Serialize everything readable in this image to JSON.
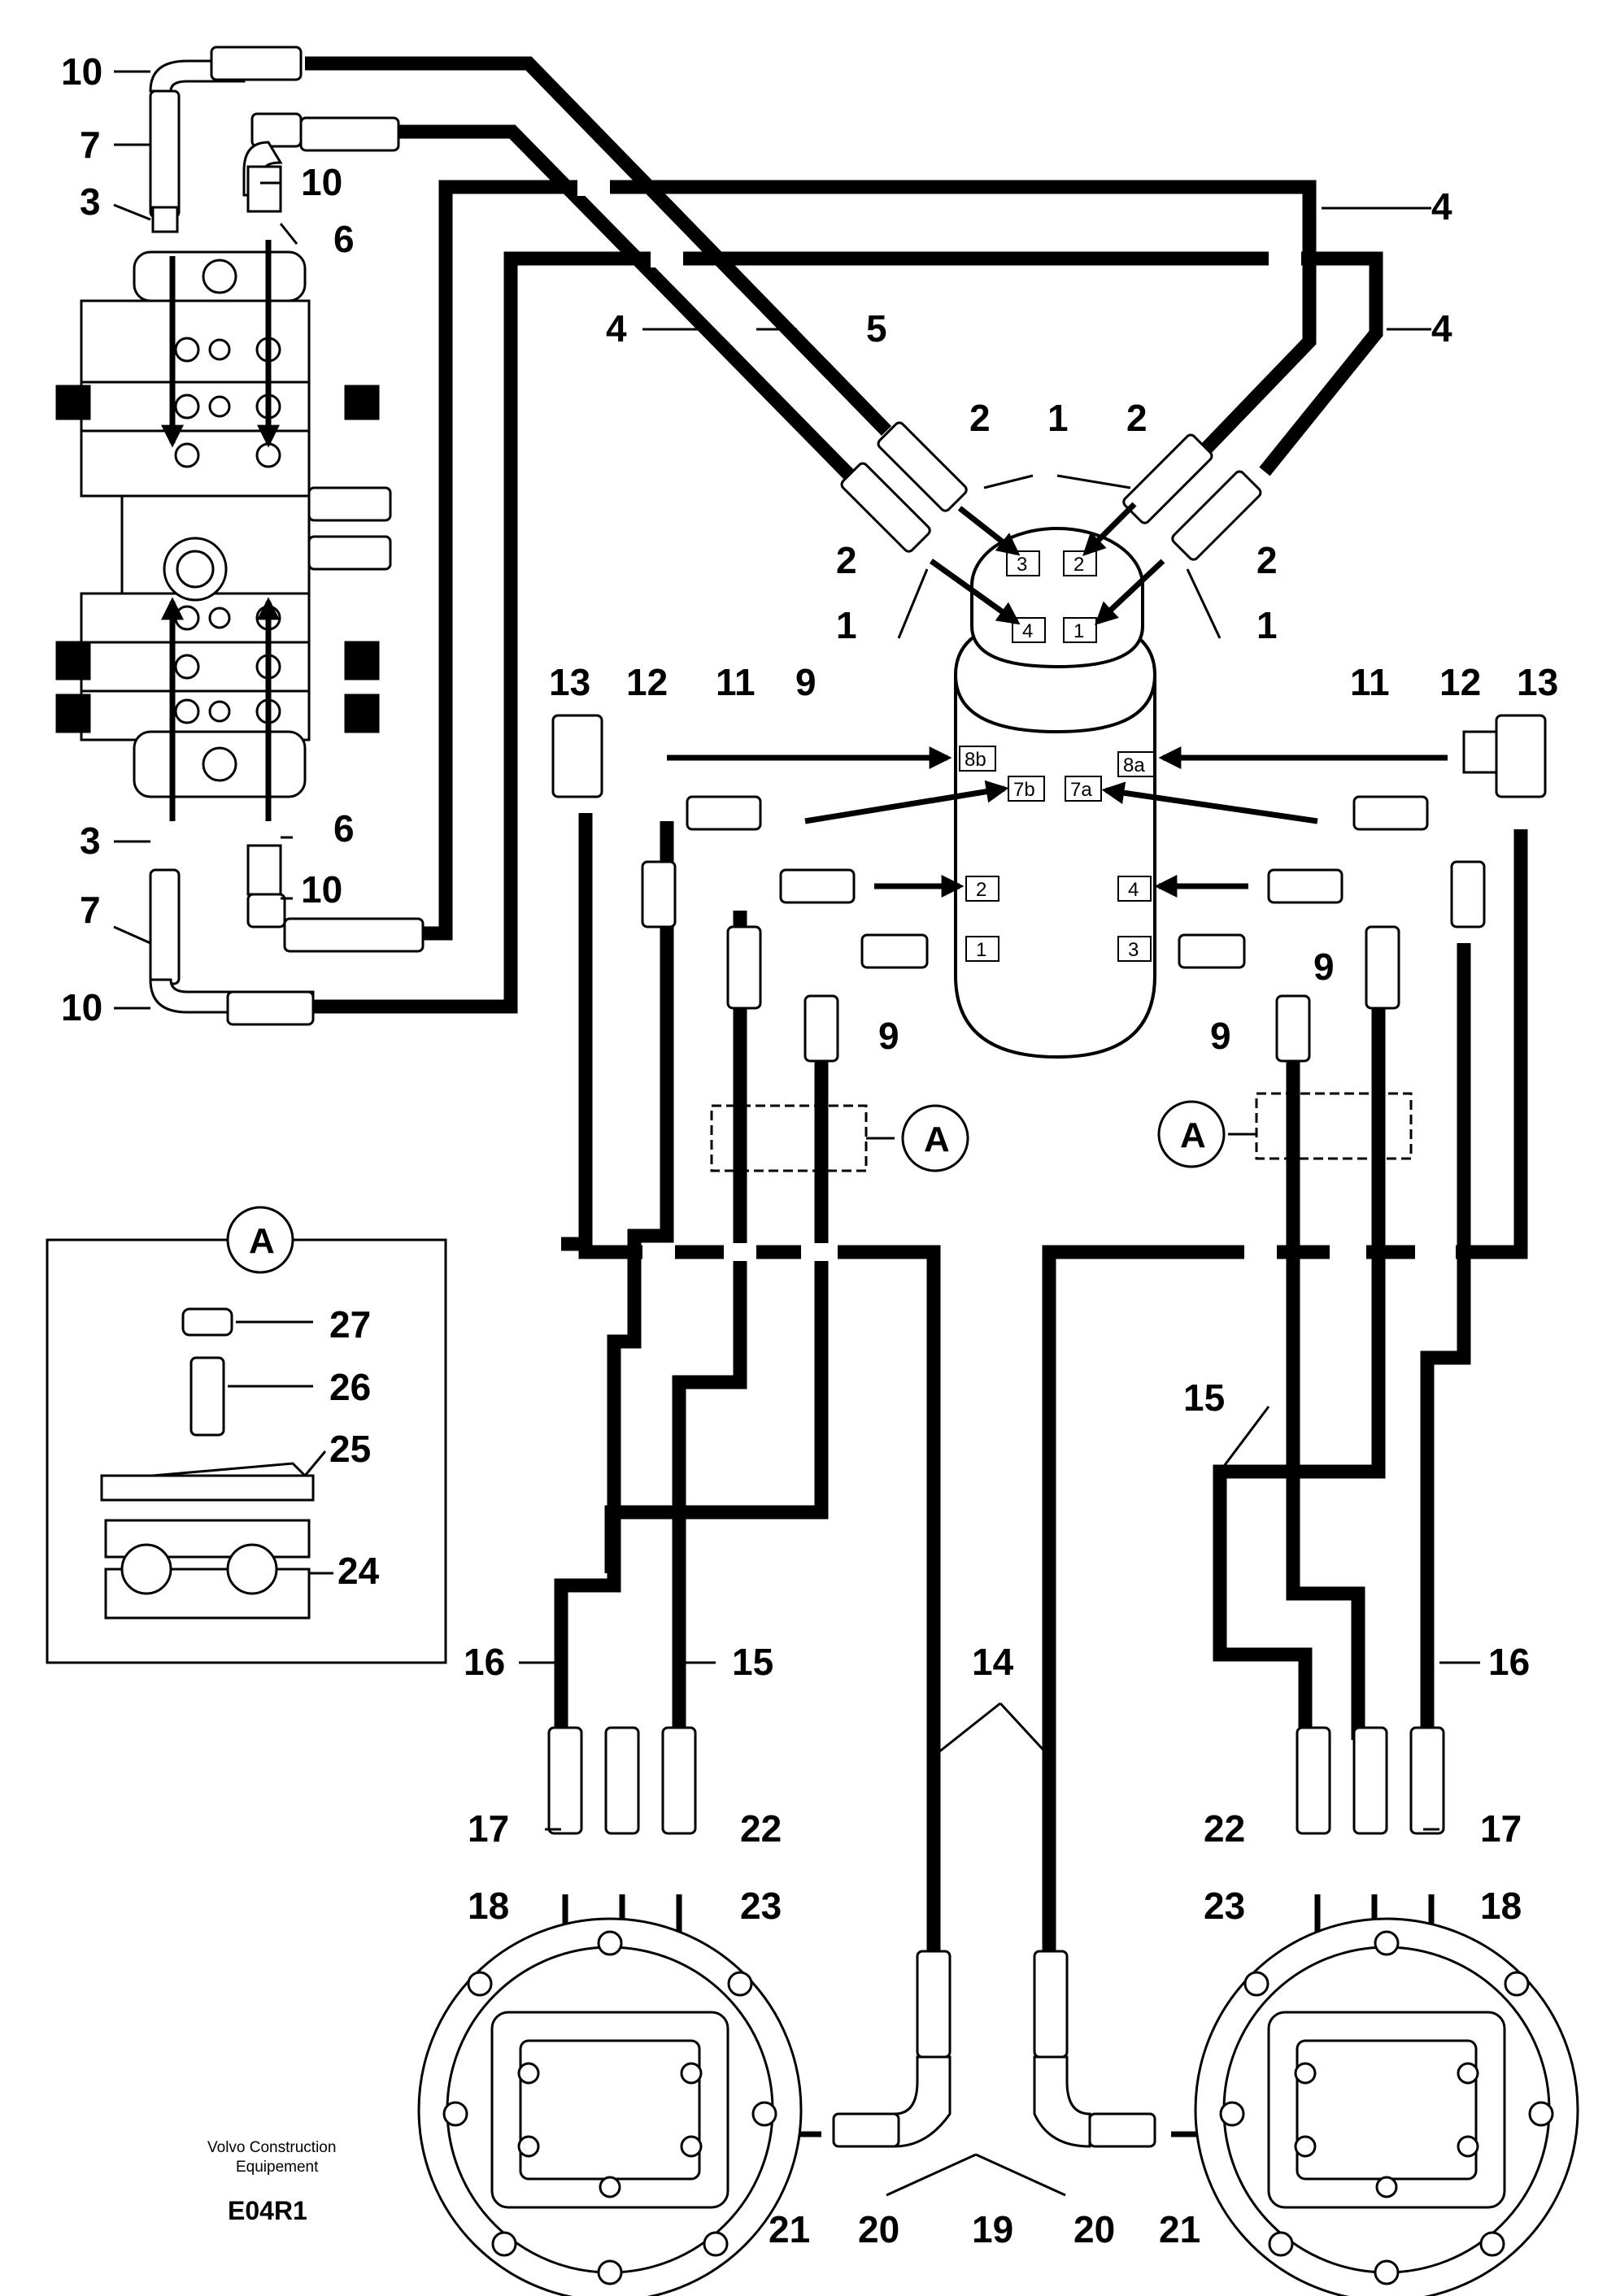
{
  "callouts": {
    "c10_top": "10",
    "c7_top": "7",
    "c3_top": "3",
    "c10_b": "10",
    "c6_top": "6",
    "c4_left": "4",
    "c5": "5",
    "c4_right_top": "4",
    "c4_right": "4",
    "c2_a": "2",
    "c1_top": "1",
    "c2_b": "2",
    "c2_c": "2",
    "c1_left": "1",
    "c2_d": "2",
    "c1_right": "1",
    "c13_l": "13",
    "c12_l": "12",
    "c11_l": "11",
    "c9_l": "9",
    "c11_r": "11",
    "c12_r": "12",
    "c13_r": "13",
    "c3_bot": "3",
    "c6_bot": "6",
    "c7_bot": "7",
    "c10_c": "10",
    "c10_bot": "10",
    "c9_l2": "9",
    "c9_r": "9",
    "c9_r2": "9",
    "c27": "27",
    "c26": "26",
    "c25": "25",
    "c24": "24",
    "c16_l": "16",
    "c15_l": "15",
    "c14": "14",
    "c15_r": "15",
    "c16_r": "16",
    "c17_l": "17",
    "c22_l": "22",
    "c18_l": "18",
    "c23_l": "23",
    "c22_r": "22",
    "c17_r": "17",
    "c23_r": "23",
    "c18_r": "18",
    "c21_l": "21",
    "c20_l": "20",
    "c19": "19",
    "c20_r": "20",
    "c21_r": "21"
  },
  "swivel_ports": {
    "top": [
      "3",
      "2",
      "4",
      "1"
    ],
    "side_left": [
      "8b",
      "7b",
      "2",
      "1"
    ],
    "side_right": [
      "8a",
      "7a",
      "4",
      "3"
    ]
  },
  "detail_ref": {
    "marker": "A",
    "marker_left": "A",
    "marker_right": "A"
  },
  "footer": {
    "brand_line1": "Volvo Construction",
    "brand_line2": "Equipement",
    "code": "E04R1"
  }
}
